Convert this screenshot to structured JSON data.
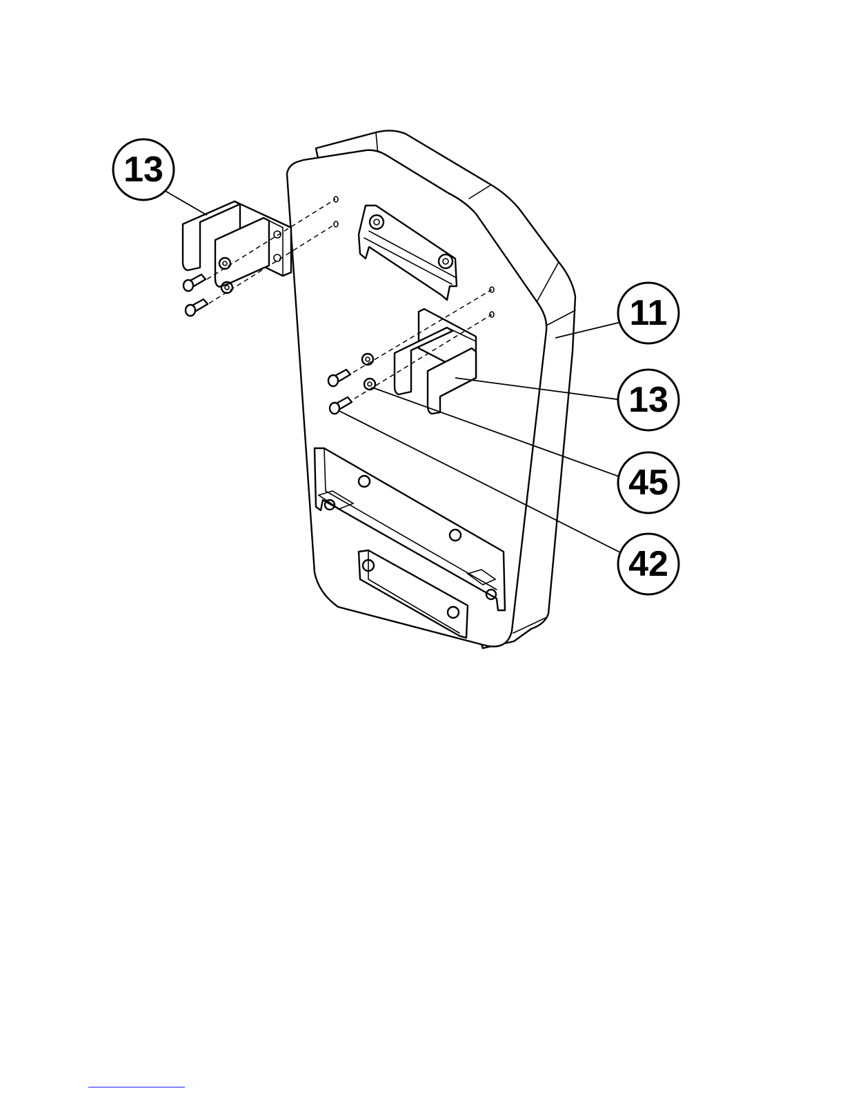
{
  "callouts": [
    {
      "id": "callout-13-top",
      "label": "13"
    },
    {
      "id": "callout-11",
      "label": "11"
    },
    {
      "id": "callout-13-right",
      "label": "13"
    },
    {
      "id": "callout-45",
      "label": "45"
    },
    {
      "id": "callout-42",
      "label": "42"
    }
  ],
  "colors": {
    "line": "#000000",
    "background": "#ffffff",
    "footer_rule": "#1a1aff"
  }
}
